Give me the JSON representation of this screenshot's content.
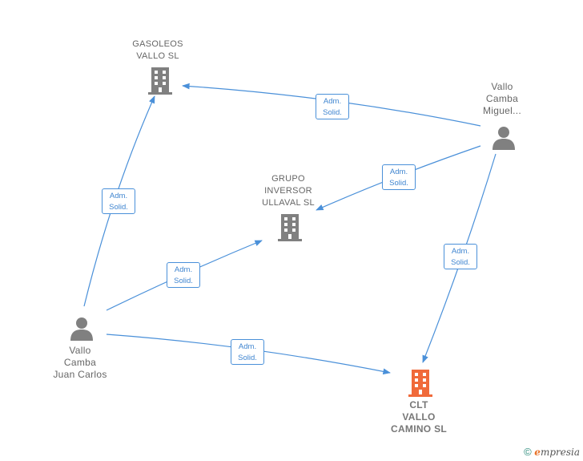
{
  "nodes": {
    "gasoleos": {
      "lines": [
        "GASOLEOS",
        "VALLO SL"
      ],
      "type": "company",
      "color": "#808080"
    },
    "grupo": {
      "lines": [
        "GRUPO",
        "INVERSOR",
        "ULLAVAL SL"
      ],
      "type": "company",
      "color": "#808080"
    },
    "clt": {
      "lines": [
        "CLT",
        "VALLO",
        "CAMINO SL"
      ],
      "type": "company",
      "color": "#f06a3a"
    },
    "miguel": {
      "lines": [
        "Vallo",
        "Camba",
        "Miguel..."
      ],
      "type": "person",
      "color": "#808080"
    },
    "juan": {
      "lines": [
        "Vallo",
        "Camba",
        "Juan Carlos"
      ],
      "type": "person",
      "color": "#808080"
    }
  },
  "edge_label": {
    "line1": "Adm.",
    "line2": "Solid."
  },
  "edges": [
    {
      "from": "miguel",
      "to": "gasoleos",
      "label": "Adm. Solid."
    },
    {
      "from": "miguel",
      "to": "grupo",
      "label": "Adm. Solid."
    },
    {
      "from": "miguel",
      "to": "clt",
      "label": "Adm. Solid."
    },
    {
      "from": "juan",
      "to": "gasoleos",
      "label": "Adm. Solid."
    },
    {
      "from": "juan",
      "to": "grupo",
      "label": "Adm. Solid."
    },
    {
      "from": "juan",
      "to": "clt",
      "label": "Adm. Solid."
    }
  ],
  "colors": {
    "edge": "#4a90d9",
    "icon": "#808080",
    "focus": "#f06a3a"
  },
  "footer": {
    "copyright": "©",
    "brand_e": "e",
    "brand_rest": "mpresia"
  }
}
